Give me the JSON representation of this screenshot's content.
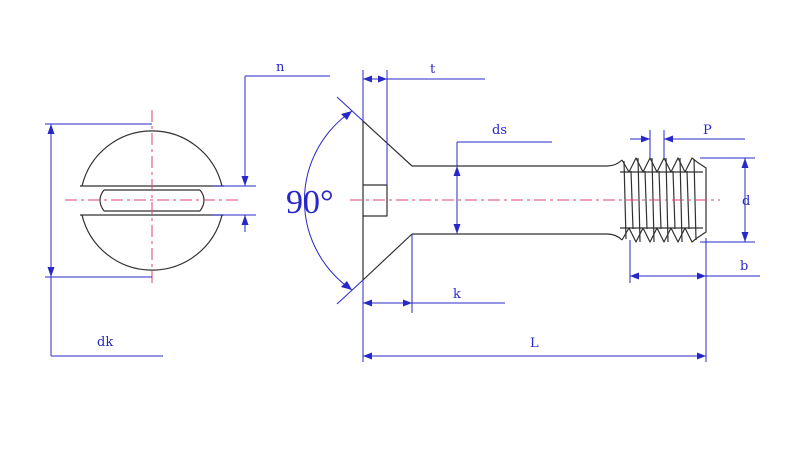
{
  "labels": {
    "n": "n",
    "t": "t",
    "ds": "ds",
    "p": "P",
    "d": "d",
    "b": "b",
    "k": "k",
    "L": "L",
    "dk": "dk",
    "angle": "90°"
  },
  "colors": {
    "outline": "#303030",
    "dimension": "#2828c8",
    "centerline": "#e0407a"
  }
}
